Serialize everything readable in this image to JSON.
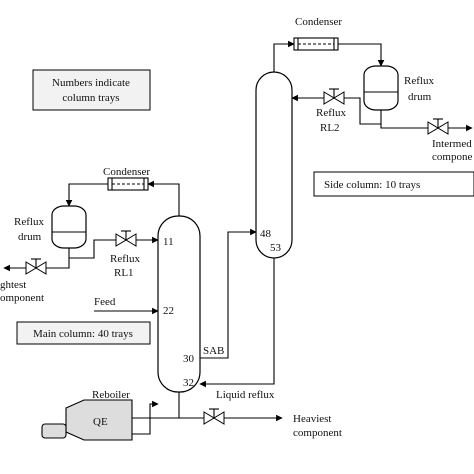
{
  "note_trays": [
    "Numbers indicate",
    "column trays"
  ],
  "main_column_label": "Main column: 40 trays",
  "side_column_label": "Side column: 10 trays",
  "main_condenser": "Condenser",
  "side_condenser": "Condenser",
  "main_reflux_drum": [
    "Reflux",
    "drum"
  ],
  "side_reflux_drum": [
    "Reflux",
    "drum"
  ],
  "reflux_rl1": [
    "Reflux",
    "RL1"
  ],
  "reflux_rl2": [
    "Reflux",
    "RL2"
  ],
  "lightest": [
    "ghtest",
    "omponent"
  ],
  "intermediate": [
    "Intermed",
    "compone"
  ],
  "feed": "Feed",
  "reboiler": "Reboiler",
  "qe": "QE",
  "heaviest": [
    "Heaviest",
    "component"
  ],
  "sab": "SAB",
  "liquid_reflux": "Liquid reflux",
  "tray_11": "11",
  "tray_22": "22",
  "tray_30": "30",
  "tray_32": "32",
  "tray_48": "48",
  "tray_53": "53"
}
